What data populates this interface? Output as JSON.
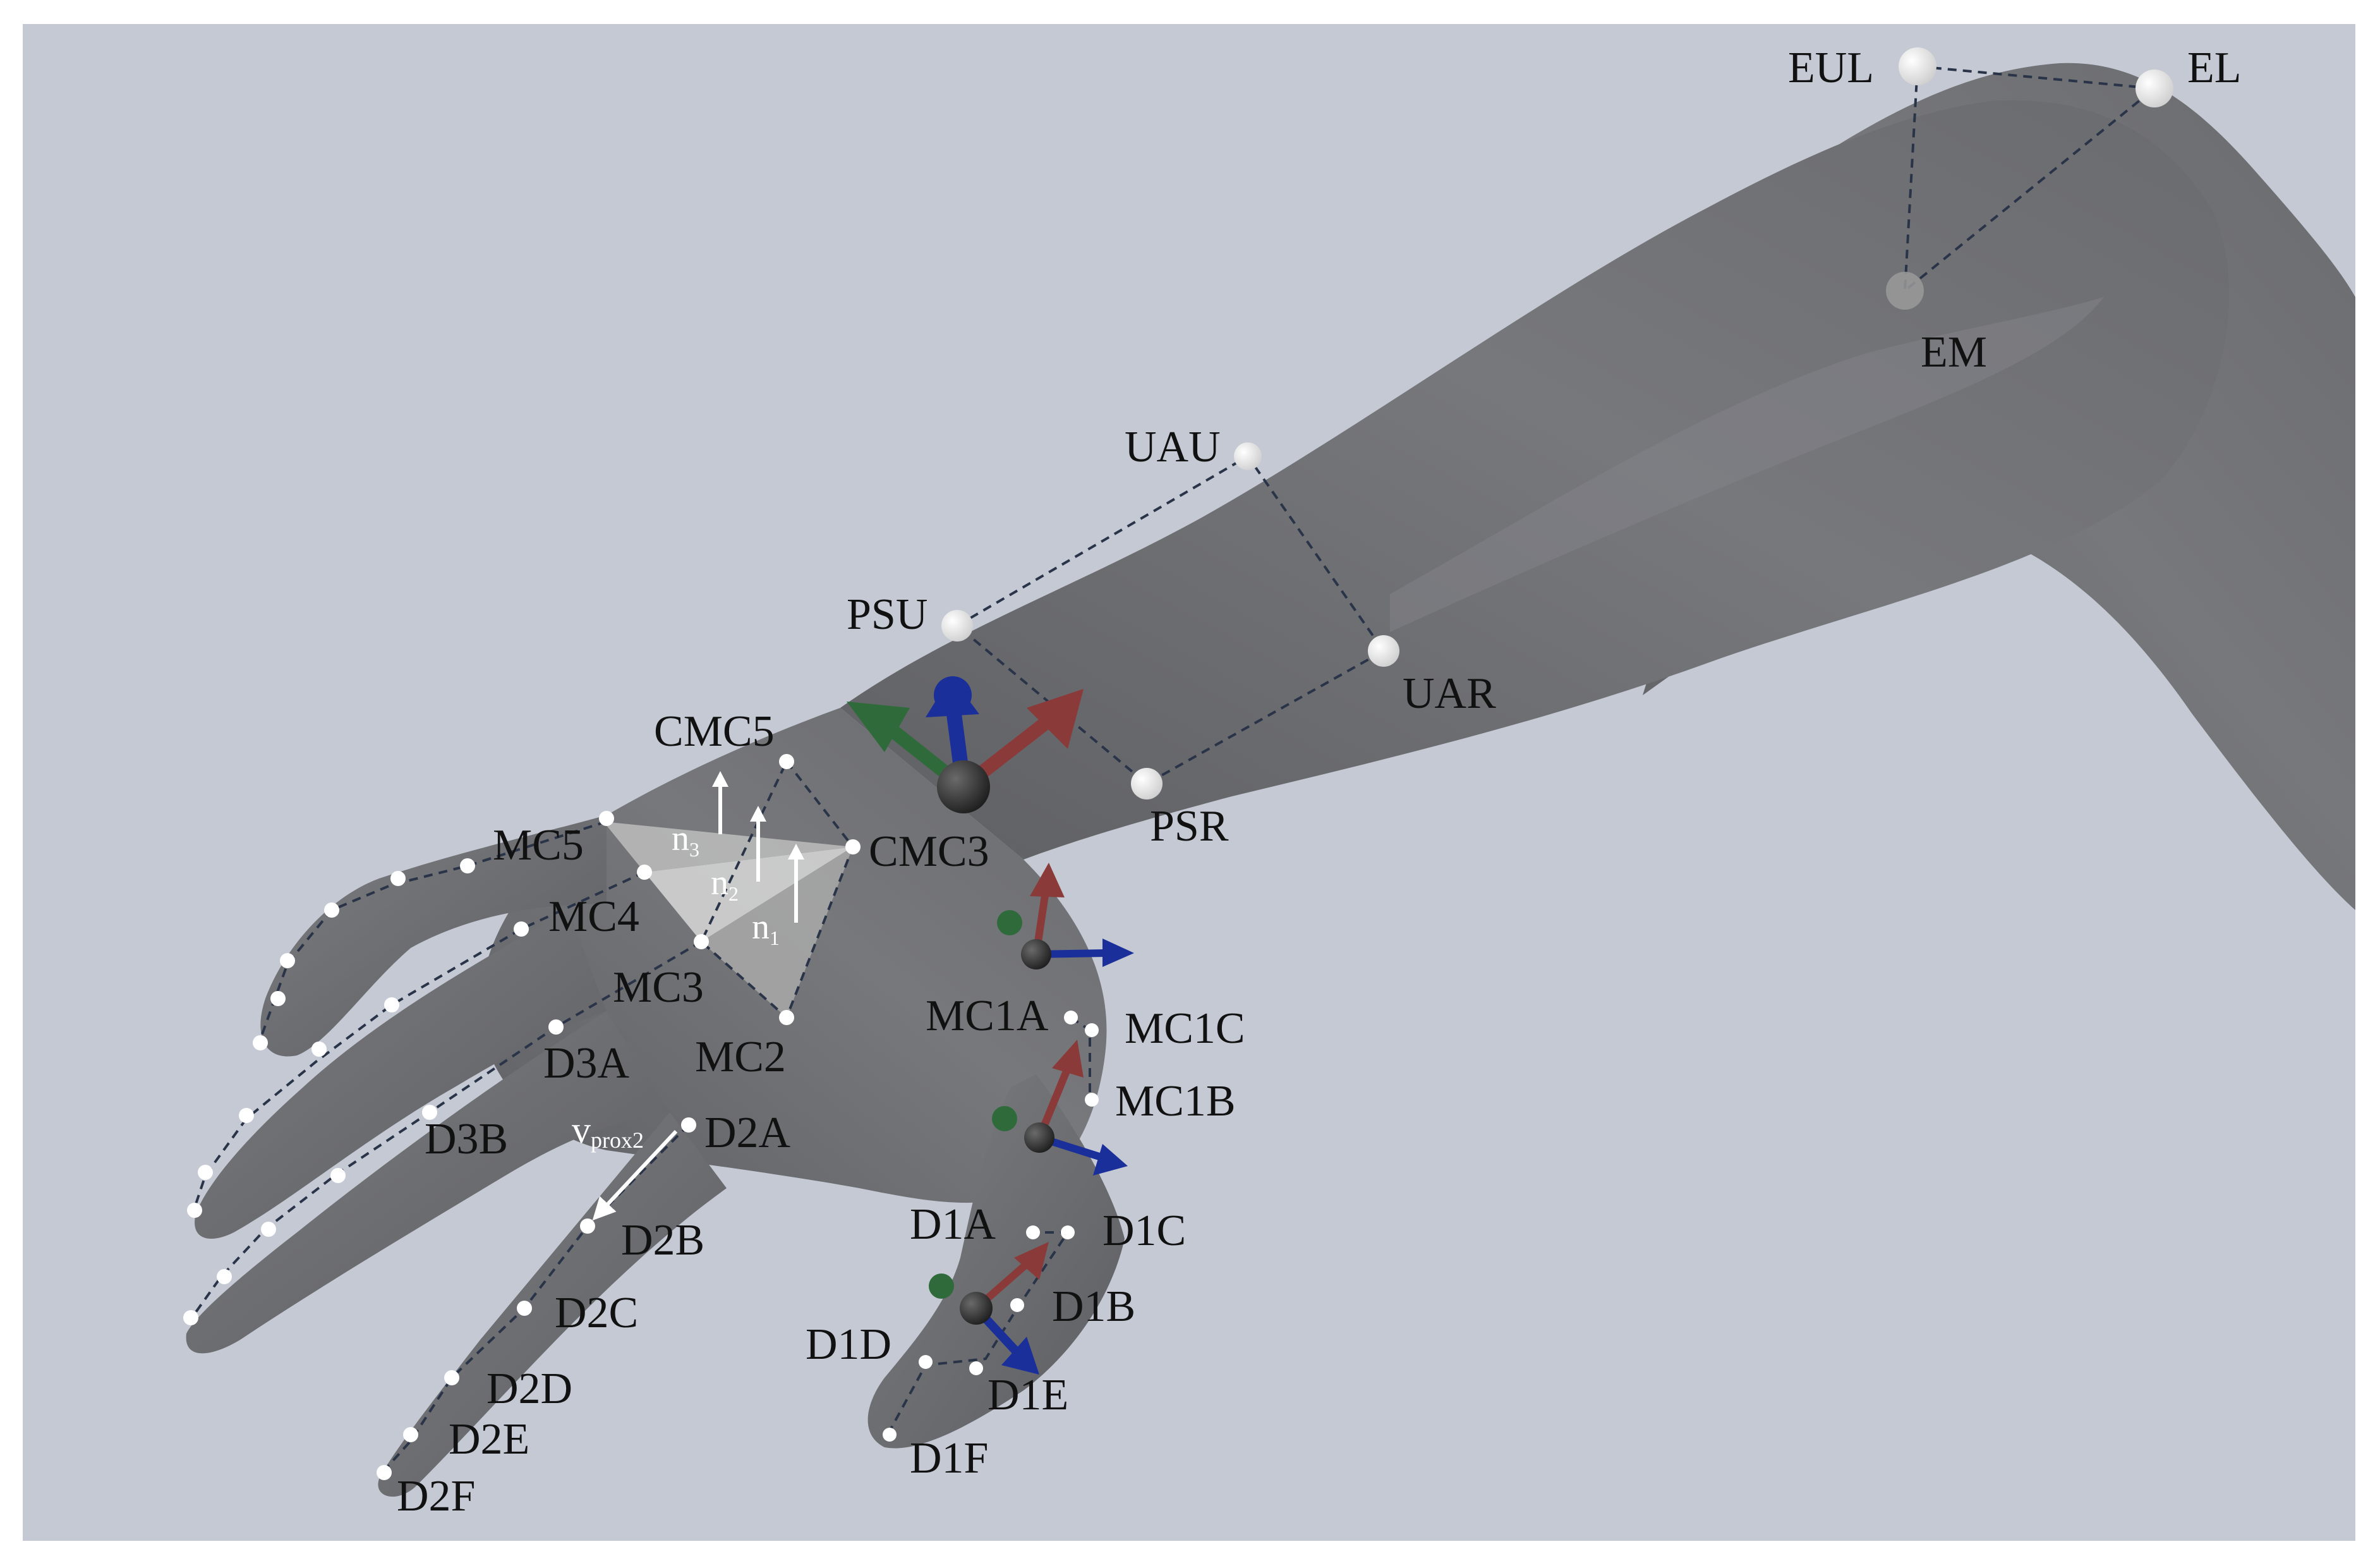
{
  "colors": {
    "background": "#c4c9d4",
    "limb": "#6d6e72",
    "limb_highlight": "#8a8b90",
    "marker": "#ffffff",
    "dashed_line": "#2a3448",
    "axis_red": "#8b3a3a",
    "axis_green": "#2f6b3a",
    "axis_blue": "#1a2f9a",
    "joint_center": "#3a3a3a",
    "plane_fill": "#c8c8c8"
  },
  "labels": {
    "EUL": "EUL",
    "EL": "EL",
    "EM": "EM",
    "UAU": "UAU",
    "UAR": "UAR",
    "PSU": "PSU",
    "PSR": "PSR",
    "CMC5": "CMC5",
    "CMC3": "CMC3",
    "MC5": "MC5",
    "MC4": "MC4",
    "MC3": "MC3",
    "MC2": "MC2",
    "MC1A": "MC1A",
    "MC1B": "MC1B",
    "MC1C": "MC1C",
    "D3A": "D3A",
    "D3B": "D3B",
    "D2A": "D2A",
    "D2B": "D2B",
    "D2C": "D2C",
    "D2D": "D2D",
    "D2E": "D2E",
    "D2F": "D2F",
    "D1A": "D1A",
    "D1B": "D1B",
    "D1C": "D1C",
    "D1D": "D1D",
    "D1E": "D1E",
    "D1F": "D1F"
  },
  "vectors": {
    "vprox2_main": "v",
    "vprox2_sub": "prox2",
    "n1_main": "n",
    "n1_sub": "1",
    "n2_main": "n",
    "n2_sub": "2",
    "n3_main": "n",
    "n3_sub": "3"
  }
}
